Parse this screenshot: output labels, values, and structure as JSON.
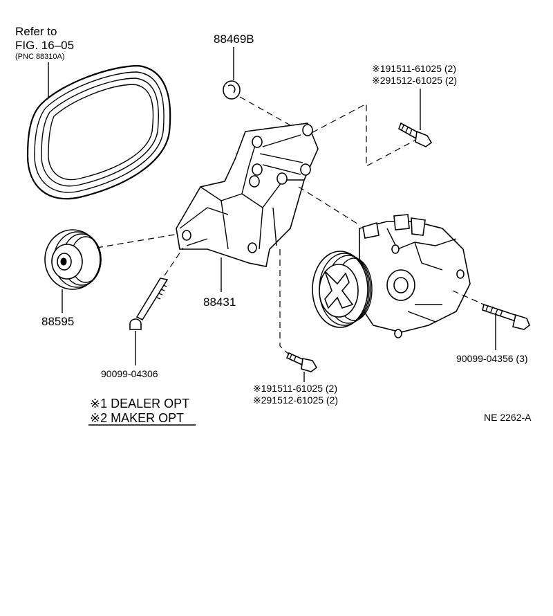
{
  "belt_ref": {
    "line1": "Refer to",
    "line2": "FIG. 16–05",
    "line3": "(PNC 88310A)"
  },
  "parts": {
    "pulley": "88595",
    "bracket": "88431",
    "cap": "88469B",
    "bolt_left": "90099-04306",
    "bolt_right": "90099-04356 (3)"
  },
  "opt_bolts_top": {
    "line1": "※191511-61025 (2)",
    "line2": "※291512-61025 (2)"
  },
  "opt_bolts_bottom": {
    "line1": "※191511-61025 (2)",
    "line2": "※291512-61025 (2)"
  },
  "legend": {
    "item1": "※1 DEALER OPT",
    "item2": "※2 MAKER OPT"
  },
  "figure_code": "NE 2262-A"
}
